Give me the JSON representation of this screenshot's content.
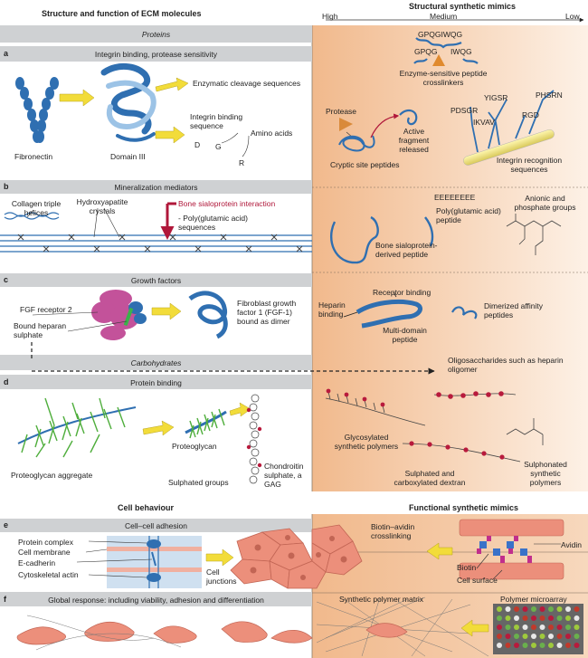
{
  "headers": {
    "left_top": "Structure and function of ECM molecules",
    "right_top": "Structural synthetic mimics",
    "scale_high": "High",
    "scale_medium": "Medium",
    "scale_low": "Low",
    "left_bottom": "Cell behaviour",
    "right_bottom": "Functional synthetic mimics"
  },
  "bars": {
    "proteins": "Proteins",
    "a": "Integrin binding, protease sensitivity",
    "b": "Mineralization mediators",
    "c": "Growth factors",
    "carbohydrates": "Carbohydrates",
    "d": "Protein binding",
    "e": "Cell–cell adhesion",
    "f": "Global response: including viability, adhesion and differentiation"
  },
  "letters": {
    "a": "a",
    "b": "b",
    "c": "c",
    "d": "d",
    "e": "e",
    "f": "f"
  },
  "panel_a": {
    "fibronectin": "Fibronectin",
    "domain": "Domain III",
    "enzymatic": "Enzymatic cleavage sequences",
    "integrin_seq": "Integrin binding sequence",
    "amino_acids": "Amino acids",
    "aa_g": "G",
    "aa_r": "R",
    "aa_d": "D",
    "peptide_top": "GPQGIWQG",
    "peptide_left": "GPQG",
    "peptide_right": "IWQG",
    "enzyme_label": "Enzyme-sensitive peptide crosslinkers",
    "protease": "Protease",
    "active_fragment": "Active fragment released",
    "cryptic": "Cryptic site peptides",
    "yigsr": "YIGSR",
    "phsrn": "PHSRN",
    "pdsgr": "PDSGR",
    "rgd": "RGD",
    "ikvav": "IKVAV",
    "integrin_recog": "Integrin recognition sequences"
  },
  "panel_b": {
    "collagen": "Collagen triple helices",
    "hydroxyapatite": "Hydroxyapatite crystals",
    "bsp": "Bone sialoprotein interaction",
    "polyglu": "- Poly(glutamic acid) sequences",
    "eeee": "EEEEEEEE",
    "polyglu_peptide": "Poly(glutamic acid) peptide",
    "anionic": "Anionic and phosphate groups",
    "bsp_peptide": "Bone sialoprotein-derived peptide"
  },
  "panel_c": {
    "fgfr": "FGF receptor 2",
    "heparan": "Bound heparan sulphate",
    "fgf1": "Fibroblast growth factor 1 (FGF-1) bound as dimer",
    "receptor_binding": "Receptor binding",
    "heparin_binding": "Heparin binding",
    "multidomain": "Multi-domain peptide",
    "dimerized": "Dimerized affinity peptides"
  },
  "panel_d": {
    "oligo": "Oligosaccharides such as heparin oligomer",
    "aggregate": "Proteoglycan aggregate",
    "proteoglycan": "Proteoglycan",
    "sulphated_groups": "Sulphated groups",
    "chondroitin": "Chondroitin sulphate, a GAG",
    "glycosylated": "Glycosylated synthetic polymers",
    "dextran": "Sulphated and carboxylated dextran",
    "sulphonated": "Sulphonated synthetic polymers"
  },
  "panel_e": {
    "protein_complex": "Protein complex",
    "membrane": "Cell membrane",
    "cadherin": "E-cadherin",
    "actin": "Cytoskeletal actin",
    "junctions": "Cell junctions",
    "biotin_avidin": "Biotin–avidin crosslinking",
    "avidin": "Avidin",
    "biotin": "Biotin",
    "cell_surface": "Cell surface"
  },
  "panel_f": {
    "matrix": "Synthetic polymer matrix",
    "microarray": "Polymer microarray"
  },
  "colors": {
    "bar_gray": "#cfd1d3",
    "left_bg": "#ffffff",
    "right_bg": "#f4c9a3",
    "protein_blue": "#2f6fb1",
    "arrow_yellow": "#f2dc3a",
    "bsp_red": "#b0173a",
    "cell_salmon": "#ec8f7b",
    "proteoglycan_green": "#4fae3c",
    "fgfr_pink": "#c3529a",
    "bead_red": "#b81a3c",
    "avidin_blue": "#3a72c8",
    "biotin_magenta": "#c12e8c"
  }
}
